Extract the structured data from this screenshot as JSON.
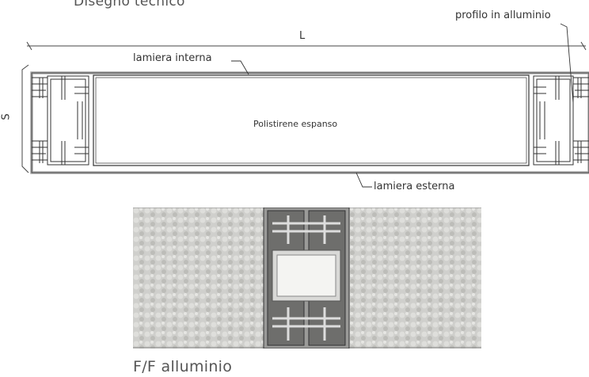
{
  "title": "Disegno tecnico",
  "labels": {
    "length": "L",
    "thickness": "S",
    "inner_sheet": "lamiera interna",
    "outer_sheet": "lamiera esterna",
    "aluminium_profile": "profilo in alluminio",
    "core": "Polistirene espanso"
  },
  "caption": "F/F alluminio"
}
